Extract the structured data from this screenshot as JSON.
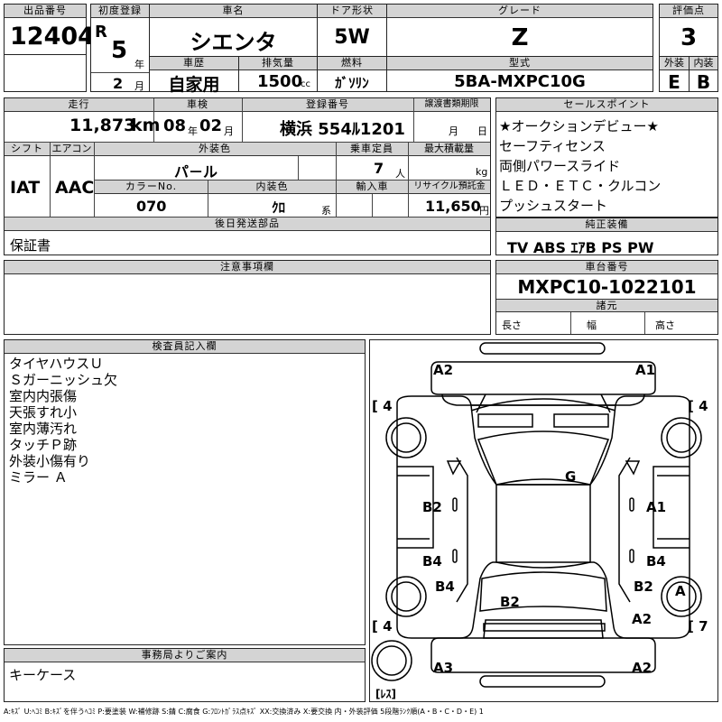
{
  "header": {
    "lot_no_label": "出品番号",
    "lot_no": "12404",
    "first_reg_label": "初度登録",
    "era": "R",
    "reg_year": "5",
    "year_unit": "年",
    "reg_month": "2",
    "month_unit": "月",
    "car_name_label": "車名",
    "car_name": "シエンタ",
    "door_label": "ドア形状",
    "door": "5W",
    "grade_label": "グレード",
    "grade": "Z",
    "score_label": "評価点",
    "score": "3",
    "history_label": "車歴",
    "history": "自家用",
    "displacement_label": "排気量",
    "displacement": "1500",
    "displacement_unit": "cc",
    "fuel_label": "燃料",
    "fuel": "ｶﾞｿﾘﾝ",
    "model_label": "型式",
    "model": "5BA-MXPC10G",
    "exterior_label": "外装",
    "exterior": "E",
    "interior_label": "内装",
    "interior": "B"
  },
  "row2": {
    "mileage_label": "走行",
    "mileage": "11,873",
    "mileage_unit": "km",
    "inspection_label": "車検",
    "insp_year": "08",
    "insp_year_unit": "年",
    "insp_month": "02",
    "insp_month_unit": "月",
    "plate_label": "登録番号",
    "plate": "横浜 554ﾙ1201",
    "transfer_label": "譲渡書類期限",
    "transfer_month_unit": "月",
    "transfer_day_unit": "日",
    "shift_label": "シフト",
    "shift": "IAT",
    "ac_label": "エアコン",
    "ac": "AAC",
    "color_label": "外装色",
    "color": "パ－ル",
    "capacity_label": "乗車定員",
    "capacity": "7",
    "capacity_unit": "人",
    "load_label": "最大積載量",
    "load_unit": "kg",
    "color_no_label": "カラーNo.",
    "color_no": "070",
    "int_color_label": "内装色",
    "int_color": "ｸﾛ",
    "int_color_unit": "系",
    "import_label": "輸入車",
    "recycle_label": "リサイクル預託金",
    "recycle": "11,650",
    "recycle_unit": "円"
  },
  "sales_points": {
    "label": "セールスポイント",
    "items": [
      "★オークションデビュー★",
      "セーフティセンス",
      "両側パワースライド",
      "ＬＥＤ・ＥＴＣ・クルコン",
      "プッシュスタート"
    ]
  },
  "later_parts": {
    "label": "後日発送部品",
    "value": "保証書"
  },
  "equipment": {
    "label": "純正装備",
    "value": "TV ABS ｴｱB PS PW"
  },
  "caution": {
    "label": "注意事項欄",
    "value": ""
  },
  "chassis": {
    "label": "車台番号",
    "value": "MXPC10-1022101"
  },
  "specs": {
    "label": "諸元",
    "length": "長さ",
    "width": "幅",
    "height": "高さ"
  },
  "inspector": {
    "label": "検査員記入欄",
    "notes": [
      "タイヤハウスＵ",
      "Ｓガーニッシュ欠",
      "室内内張傷",
      "天張すれ小",
      "室内薄汚れ",
      "タッチＰ跡",
      "外装小傷有り",
      "ミラー Ａ"
    ]
  },
  "office": {
    "label": "事務局よりご案内",
    "value": "キーケース"
  },
  "diagram": {
    "marks": {
      "front_left": "A2",
      "front_right": "A1",
      "roof": "G",
      "left_front_door": "B2",
      "right_front_door": "A1",
      "left_rear_door": "B4",
      "right_rear_door": "B4",
      "left_quarter": "B4",
      "rear_glass": "B2",
      "right_quarter": "B2",
      "right_rear_wheel": "A",
      "rear_right": "A2",
      "rear_bumper_left": "A3",
      "rear_bumper_right": "A2"
    },
    "tires": {
      "front_left": "[ 4",
      "front_right": "[ 4",
      "rear_left": "[ 4",
      "rear_right": "[ 7",
      "spare": "[ﾚｽ]"
    }
  },
  "legend": "A:ｷｽﾞ U:ﾍｺﾐ B:ｷｽﾞを伴うﾍｺﾐ P:要塗装 W:補修跡 S:錆 C:腐食 G:ﾌﾛﾝﾄｶﾞﾗｽ点ｷｽﾞ XX:交換済み X:要交換 内・外装評価 5段階ﾗﾝｸ順(A・B・C・D・E) 1"
}
